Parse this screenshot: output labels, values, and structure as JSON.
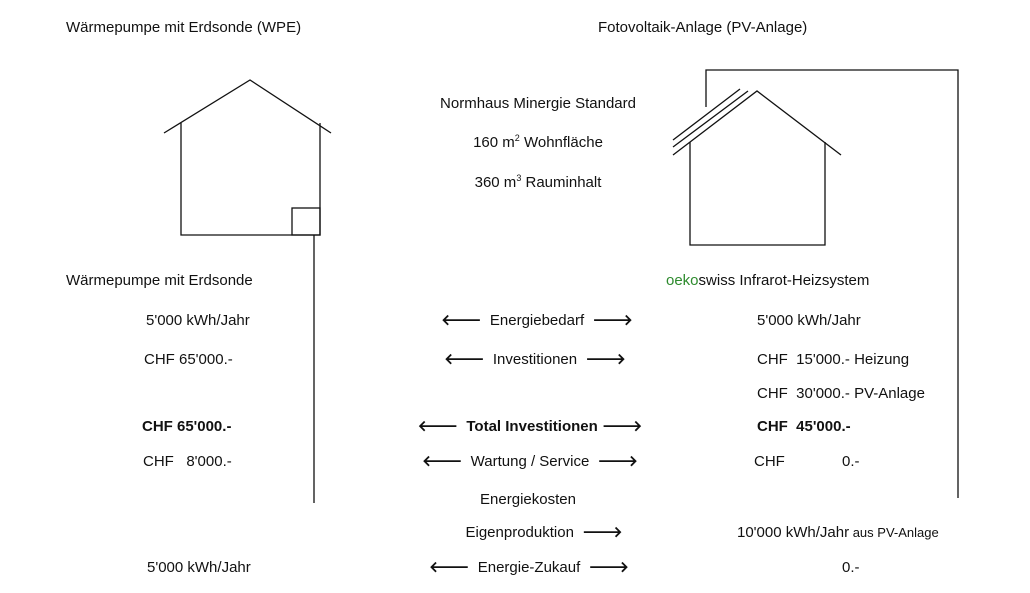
{
  "left_title": "Wärmepumpe mit Erdsonde (WPE)",
  "right_title": "Fotovoltaik-Anlage  (PV-Anlage)",
  "center_info": {
    "line1": "Normhaus Minergie Standard",
    "area_prefix": "160 m",
    "area_sup": "2",
    "area_suffix": " Wohnfläche",
    "volume_prefix": "360 m",
    "volume_sup": "3",
    "volume_suffix": " Rauminhalt"
  },
  "left_system": "Wärmepumpe mit Erdsonde",
  "right_system": {
    "brand_green": "oeko",
    "brand_dark": "swiss",
    "suffix": " Infrarot-Heizsystem"
  },
  "arrows": {
    "left": "🡐",
    "right": "🡒"
  },
  "rows": {
    "energiebedarf": {
      "label": "Energiebedarf",
      "left": "5'000 kWh/Jahr",
      "right": "5'000 kWh/Jahr"
    },
    "investitionen": {
      "label": "Investitionen",
      "left": "CHF 65'000.-",
      "right_heating": "CHF  15'000.- Heizung",
      "right_pv": "CHF  30'000.- PV-Anlage"
    },
    "total": {
      "label": "Total Investitionen",
      "left": "CHF 65'000.-",
      "right": "CHF  45'000.-"
    },
    "wartung": {
      "label": "Wartung / Service",
      "left": "CHF   8'000.-",
      "right_currency": "CHF",
      "right_value": "0.-"
    },
    "energiekosten": {
      "label": "Energiekosten"
    },
    "eigenproduktion": {
      "label": "Eigenproduktion",
      "right_main": "10'000 kWh/Jahr",
      "right_small": " aus PV-Anlage"
    },
    "zukauf": {
      "label": "Energie-Zukauf",
      "left": "5'000 kWh/Jahr",
      "right": "0.-"
    }
  }
}
